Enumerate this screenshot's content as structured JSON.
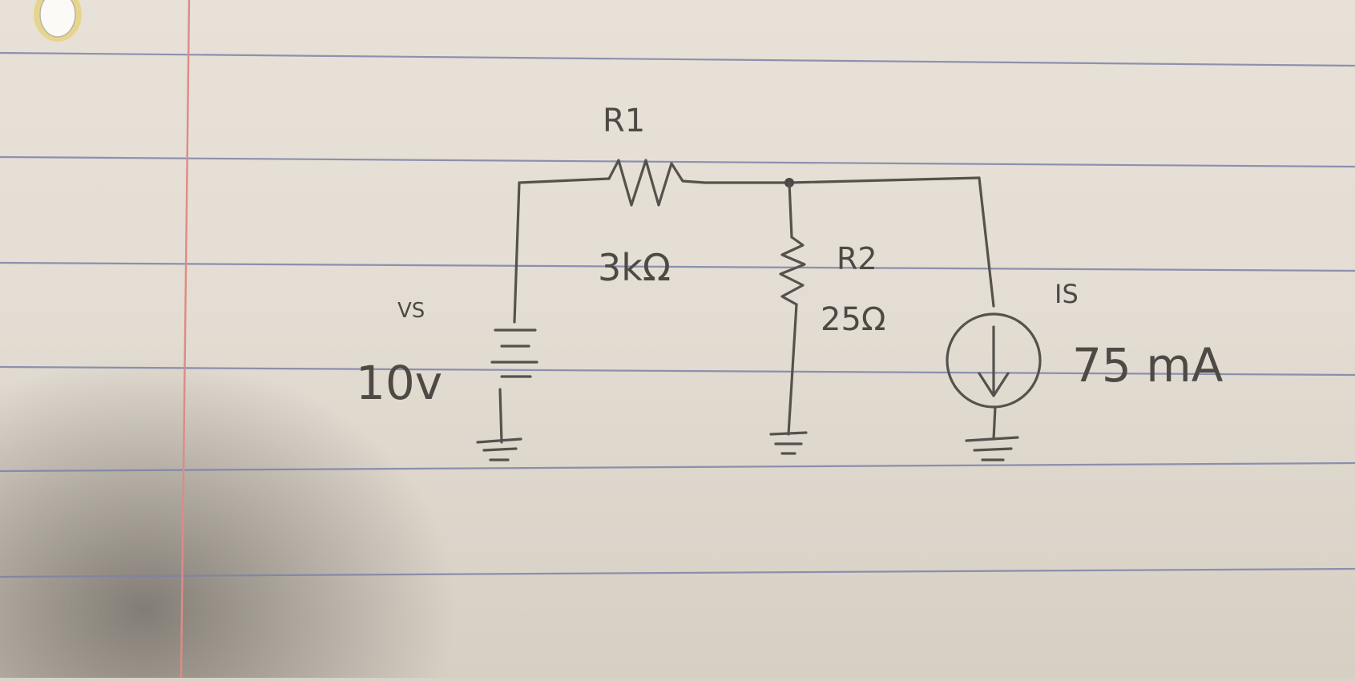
{
  "diagram": {
    "r1": {
      "name": "R1",
      "value": "3kΩ"
    },
    "r2": {
      "name": "R2",
      "value": "25Ω"
    },
    "vs": {
      "name": "VS",
      "value": "10v"
    },
    "is": {
      "name": "IS",
      "value": "75 mA"
    }
  },
  "colors": {
    "paper": "#e5dfd5",
    "rule_lines": "#7d82a8",
    "margin_line": "#e08a86",
    "pencil": "#55524e"
  }
}
